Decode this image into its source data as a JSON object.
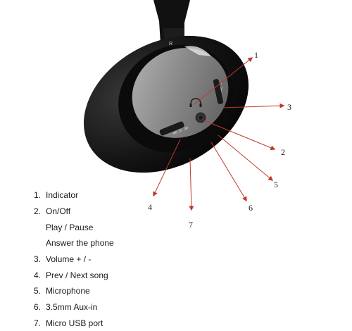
{
  "colors": {
    "arrow": "#c0392b",
    "earcup_outer": "#0f0f0f",
    "earcup_panel": "#7d7d7d",
    "text": "#1a1a1a"
  },
  "icons": {
    "headphone_port": "headphone-icon",
    "power_button": "power-button-icon"
  },
  "device_labels": {
    "side_r": "R",
    "volume": "+ VOL −",
    "prev_next": "≪ ⊳ ≫"
  },
  "callouts": [
    {
      "id": "1",
      "label": "1"
    },
    {
      "id": "2",
      "label": "2"
    },
    {
      "id": "3",
      "label": "3"
    },
    {
      "id": "4",
      "label": "4"
    },
    {
      "id": "5",
      "label": "5"
    },
    {
      "id": "6",
      "label": "6"
    },
    {
      "id": "7",
      "label": "7"
    }
  ],
  "features": [
    {
      "num": "1.",
      "text": "Indicator"
    },
    {
      "num": "2.",
      "text": "On/Off"
    },
    {
      "num": "",
      "text": "Play / Pause"
    },
    {
      "num": "",
      "text": "Answer the phone"
    },
    {
      "num": "3.",
      "text": "Volume + / -"
    },
    {
      "num": "4.",
      "text": "Prev / Next song"
    },
    {
      "num": "5.",
      "text": "Microphone"
    },
    {
      "num": "6.",
      "text": "3.5mm Aux-in"
    },
    {
      "num": "7.",
      "text": "Micro USB port"
    }
  ]
}
